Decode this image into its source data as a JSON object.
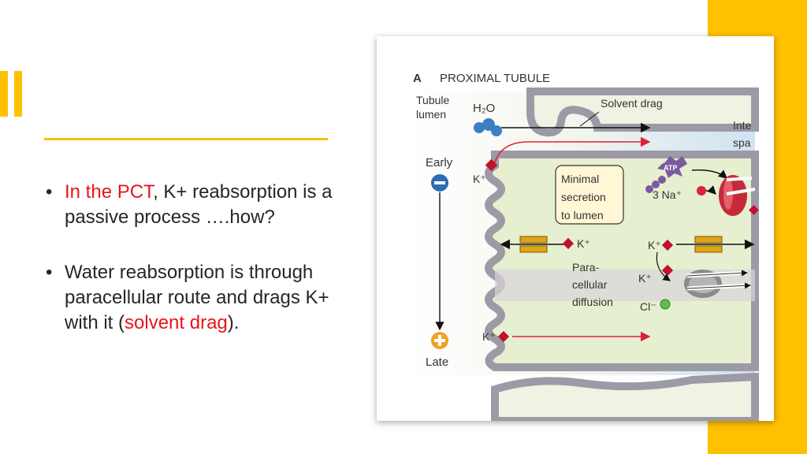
{
  "slide": {
    "bullets": [
      {
        "red_part": "In the PCT",
        "rest": ", K+ reabsorption is a passive process ….how?"
      },
      {
        "lead": "Water reabsorption is through paracellular route and drags K+ with it (",
        "red_part": "solvent drag",
        "tail": ")."
      }
    ]
  },
  "figure": {
    "panel_letter": "A",
    "title": "PROXIMAL TUBULE",
    "tubule_lumen": [
      "Tubule",
      "lumen"
    ],
    "water": "H₂O",
    "solvent_drag": "Solvent drag",
    "interstitial_cut": [
      "Inte",
      "spa"
    ],
    "early": "Early",
    "late": "Late",
    "k_plus": "K⁺",
    "callout": [
      "Minimal",
      "secretion",
      "to lumen"
    ],
    "atp": "ATP",
    "three_na": "3 Na⁺",
    "paracellular": [
      "Para-",
      "cellular",
      "diffusion"
    ],
    "chloride": "Cl⁻",
    "colors": {
      "accent": "#ffc000",
      "red_text": "#e8141c",
      "k_marker": "#c0122a",
      "arrow_red": "#e0203a",
      "minus_circle": "#2b6cb5",
      "plus_circle": "#f2a02a"
    }
  }
}
